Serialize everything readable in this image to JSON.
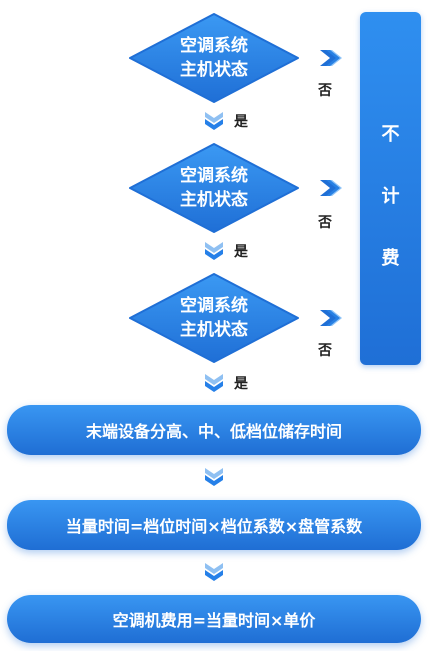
{
  "colors": {
    "primary": "#2680e8",
    "dark": "#1f6fd6",
    "light": "#a9cdf5"
  },
  "decisions": [
    {
      "line1": "空调系统",
      "line2": "主机状态",
      "no_label": "否",
      "yes_label": "是"
    },
    {
      "line1": "空调系统",
      "line2": "主机状态",
      "no_label": "否",
      "yes_label": "是"
    },
    {
      "line1": "空调系统",
      "line2": "主机状态",
      "no_label": "否",
      "yes_label": "是"
    }
  ],
  "side_box": {
    "chars": [
      "不",
      "计",
      "费"
    ]
  },
  "steps": [
    "末端设备分高、中、低档位储存时间",
    "当量时间=档位时间×档位系数×盘管系数",
    "空调机费用=当量时间×单价"
  ]
}
